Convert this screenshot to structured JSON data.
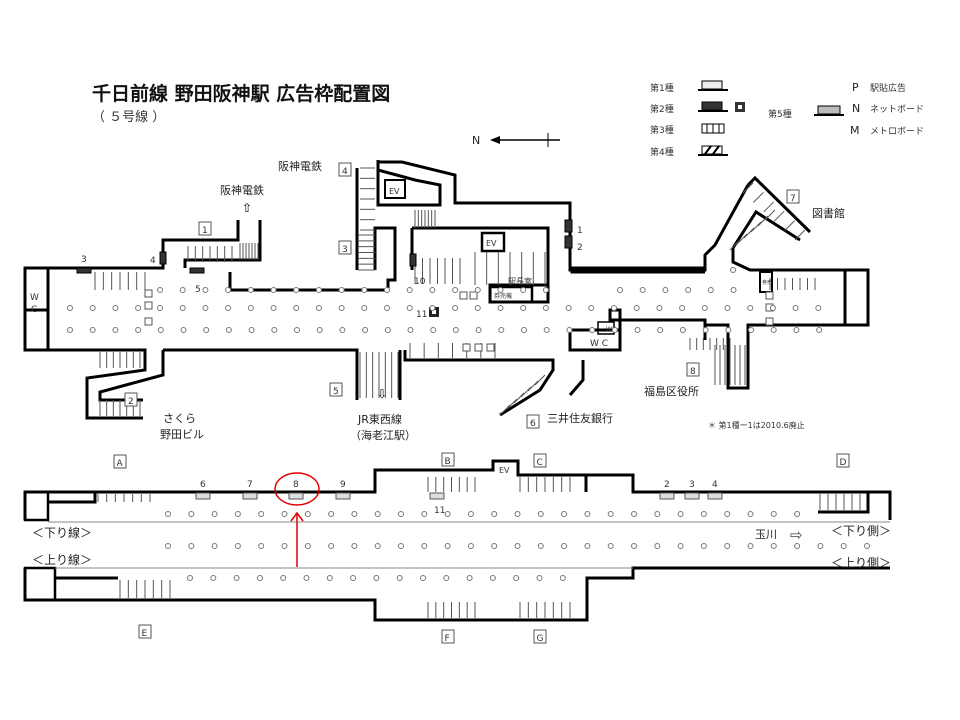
{
  "title": "千日前線  野田阪神駅  広告枠配置図",
  "subtitle": "（ ５号線 ）",
  "legend": {
    "type1": "第1種",
    "type2": "第2種",
    "type3": "第3種",
    "type4": "第4種",
    "type5": "第5種",
    "p_code": "P",
    "p_label": "駅貼広告",
    "n_code": "N",
    "n_label": "ネットボード",
    "m_code": "M",
    "m_label": "メトロボード"
  },
  "north": "N",
  "concourse": {
    "destinations": {
      "hanshin_a": "阪神電鉄",
      "hanshin_b": "阪神電鉄",
      "sakura_1": "さくら",
      "sakura_2": "野田ビル",
      "jr_1": "JR東西線",
      "jr_2": "（海老江駅）",
      "smbc": "三井住友銀行",
      "ward": "福島区役所",
      "library": "図書館"
    },
    "exits": [
      "1",
      "2",
      "3",
      "4",
      "5",
      "6",
      "7",
      "8"
    ],
    "ads": [
      "1",
      "2",
      "3",
      "4",
      "5",
      "10",
      "11"
    ],
    "rooms": {
      "wc_w": "W",
      "wc_c": "C",
      "wc2": "W C",
      "wc_small": "WC",
      "ev": "EV",
      "master": "駅長室",
      "ticket": "券売機",
      "ticket_small": "券売"
    },
    "note": "＊ 第1種ー1は2010.6廃止"
  },
  "platform": {
    "gates": [
      "A",
      "B",
      "C",
      "D",
      "E",
      "F",
      "G"
    ],
    "ads": [
      "6",
      "7",
      "8",
      "9",
      "11",
      "2",
      "3",
      "4"
    ],
    "ev": "EV",
    "down_line": "＜下り線＞",
    "up_line": "＜上り線＞",
    "tamagawa": "玉川",
    "down_side": "＜下り側＞",
    "up_side": "＜上り側＞",
    "highlighted_ad": "8"
  },
  "colors": {
    "highlight": "#e00000",
    "type2": "#333333",
    "type5": "#dddddd"
  }
}
